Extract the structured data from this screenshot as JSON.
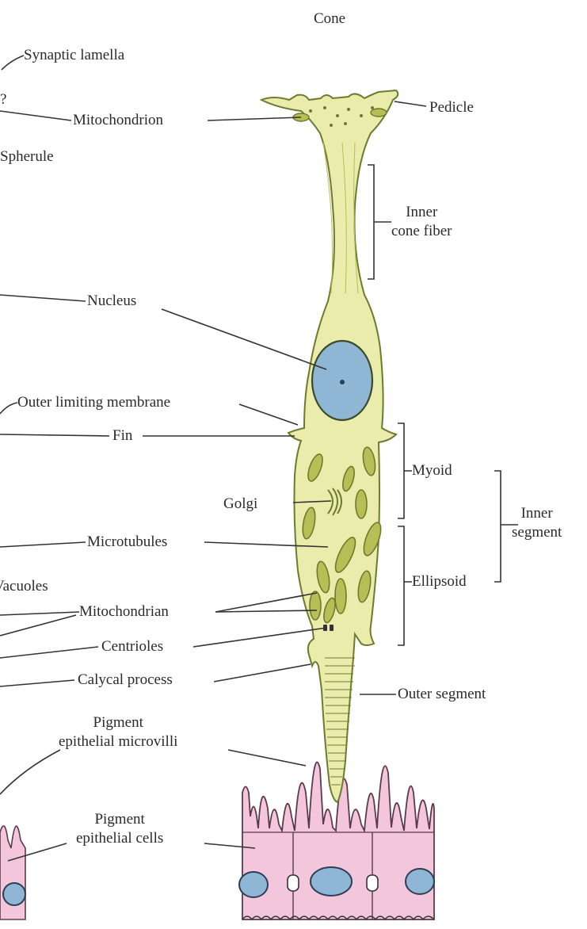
{
  "diagram": {
    "title": "Cone",
    "colors": {
      "cell": "#e9ecab",
      "cell_outline": "#6f7a2e",
      "mito": "#b5bf55",
      "nucleus": "#8fb6d4",
      "pigment": "#f3c6dc",
      "pigment_outline": "#5a3a4c"
    },
    "labels": {
      "synaptic_lamella": "Synaptic lamella",
      "left_edge_mark": "?",
      "mitochondrion": "Mitochondrion",
      "pedicle": "Pedicle",
      "spherule": "Spherule",
      "inner_cone_fiber": "Inner\ncone fiber",
      "nucleus": "Nucleus",
      "outer_limiting_membrane": "Outer limiting membrane",
      "fin": "Fin",
      "myoid": "Myoid",
      "golgi": "Golgi",
      "inner_segment": "Inner\nsegment",
      "microtubules": "Microtubules",
      "vacuoles": "Vacuoles",
      "ellipsoid": "Ellipsoid",
      "mitochondrian": "Mitochondrian",
      "centrioles": "Centrioles",
      "calycal_process": "Calycal process",
      "outer_segment": "Outer segment",
      "pigment_microvilli": "Pigment\nepithelial microvilli",
      "pigment_cells": "Pigment\nepithelial cells"
    }
  }
}
